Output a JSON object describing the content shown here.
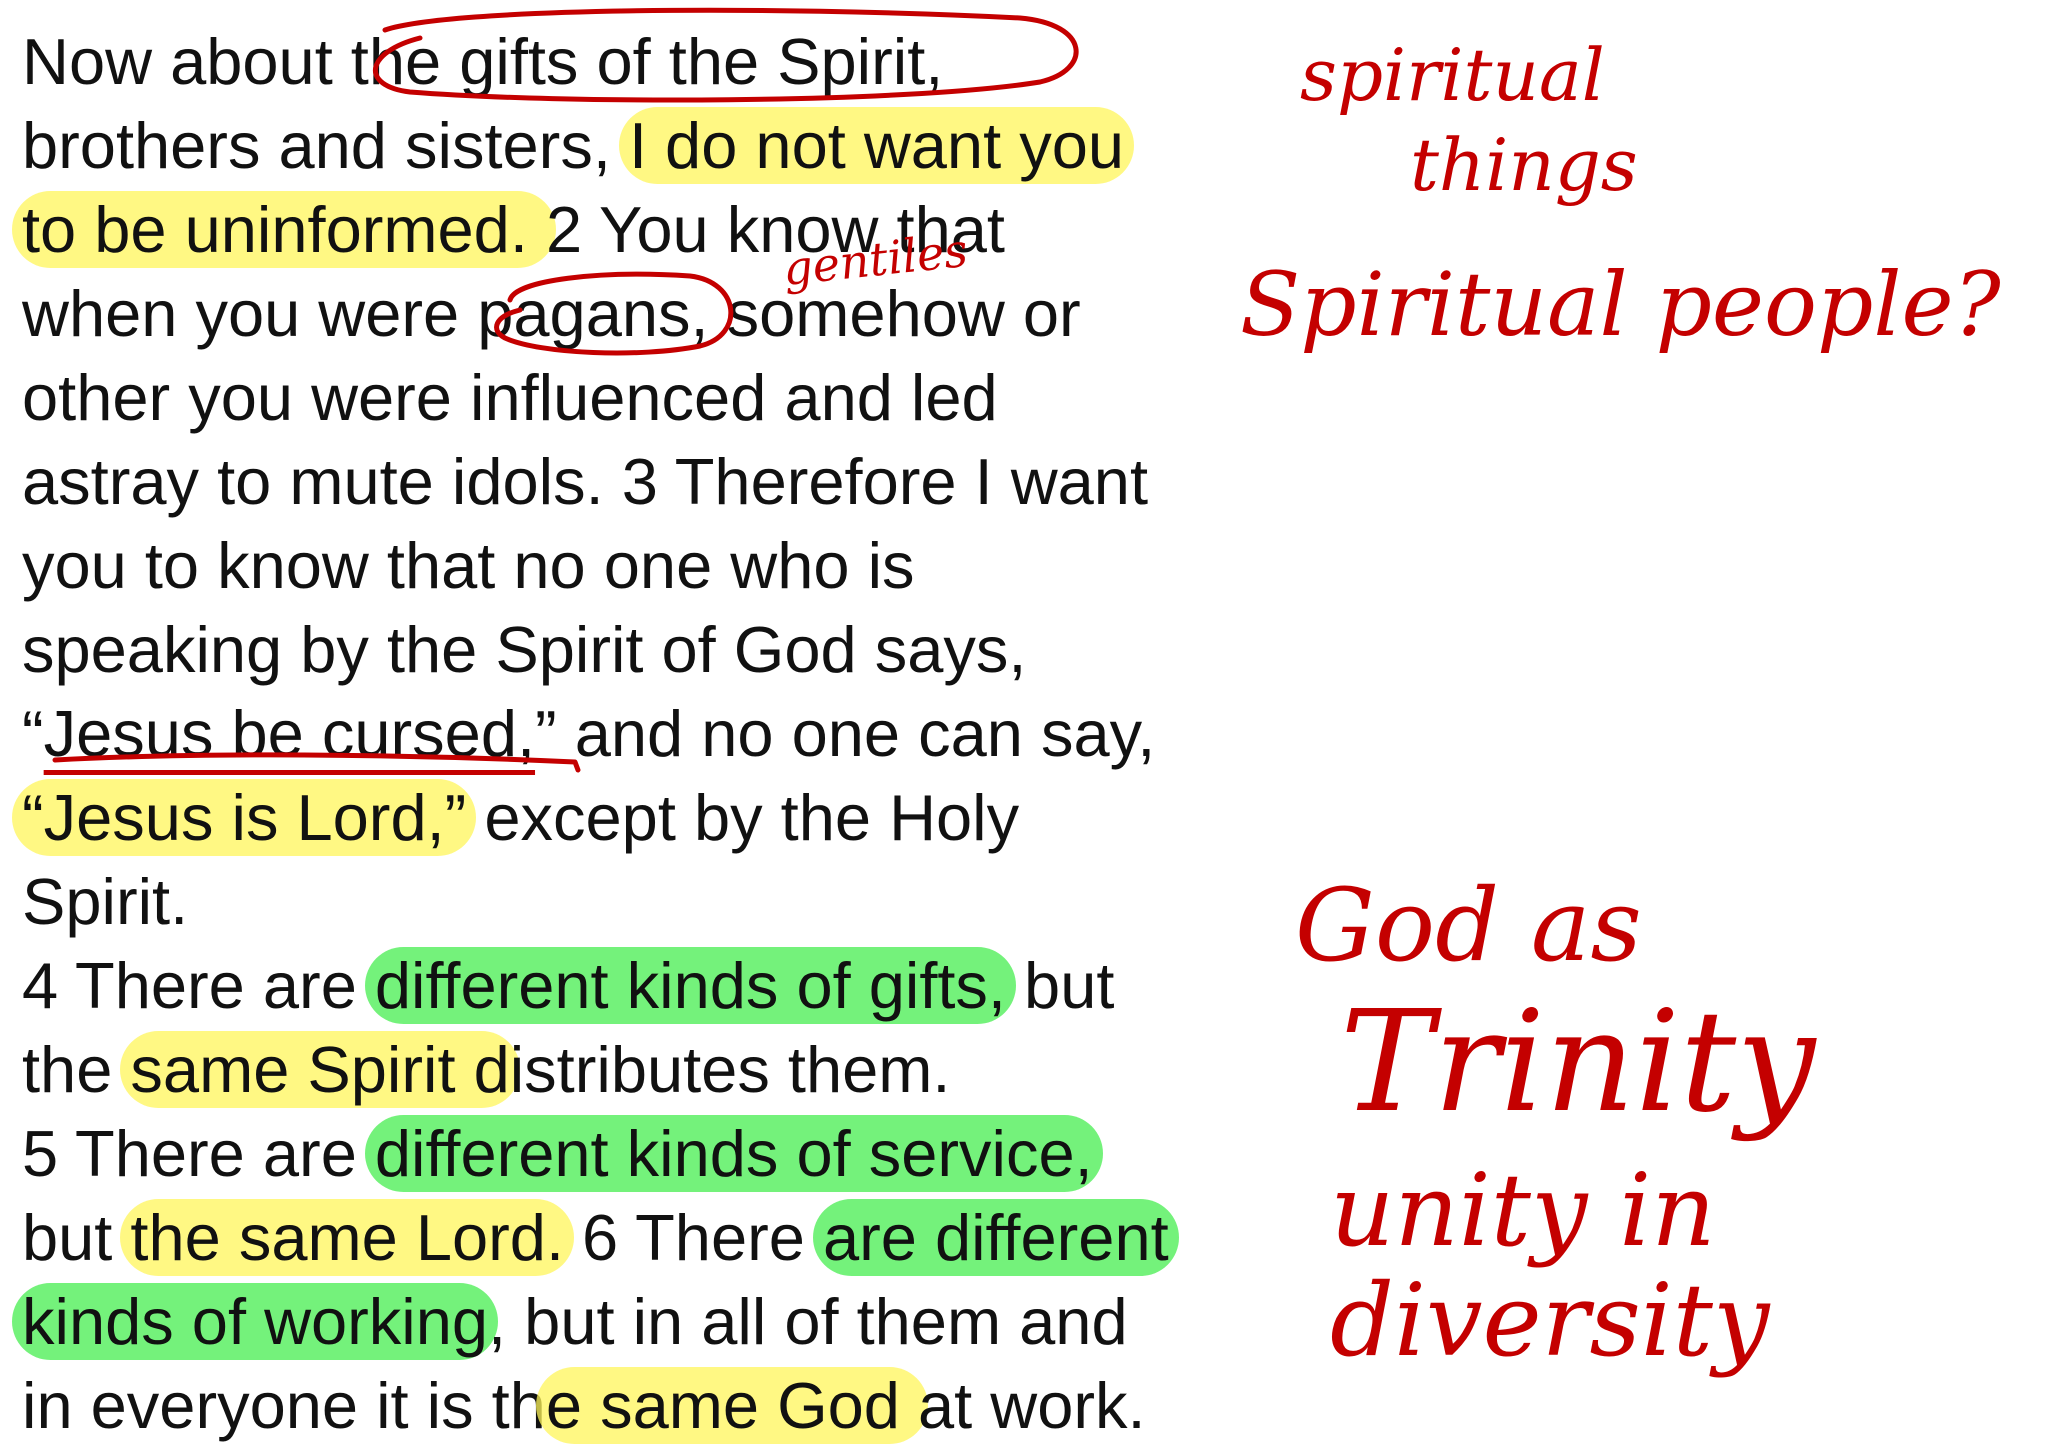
{
  "passage": {
    "lines": [
      [
        {
          "t": "Now about the gifts of the Spirit,"
        }
      ],
      [
        {
          "t": "brothers and sisters, "
        },
        {
          "t": "I do not want you",
          "hl": "y"
        }
      ],
      [
        {
          "t": "to be uninformed. ",
          "hl": "y"
        },
        {
          "t": "2 You know that"
        }
      ],
      [
        {
          "t": "when you were pagans, somehow or"
        }
      ],
      [
        {
          "t": "other you were influenced and led"
        }
      ],
      [
        {
          "t": "astray to mute idols. 3 Therefore I want"
        }
      ],
      [
        {
          "t": "you to know that no one who is"
        }
      ],
      [
        {
          "t": "speaking by the Spirit of God says,"
        }
      ],
      [
        {
          "t": "“"
        },
        {
          "t": "Jesus be cursed,",
          "ul": true
        },
        {
          "t": "” and no one can say,"
        }
      ],
      [
        {
          "t": "“Jesus is Lord,”",
          "hl": "y"
        },
        {
          "t": " except by the Holy"
        }
      ],
      [
        {
          "t": "Spirit."
        }
      ],
      [
        {
          "t": "4 There are "
        },
        {
          "t": "different kinds of gifts,",
          "hl": "g"
        },
        {
          "t": " but"
        }
      ],
      [
        {
          "t": "the "
        },
        {
          "t": "same Spirit d",
          "hl": "y"
        },
        {
          "t": "istributes them."
        }
      ],
      [
        {
          "t": "5 There are "
        },
        {
          "t": "different kinds of service,",
          "hl": "g"
        }
      ],
      [
        {
          "t": "but "
        },
        {
          "t": "the same Lord.",
          "hl": "y"
        },
        {
          "t": " 6 There "
        },
        {
          "t": "are different",
          "hl": "g"
        }
      ],
      [
        {
          "t": "kinds of working",
          "hl": "g"
        },
        {
          "t": ", but in all of them and"
        }
      ],
      [
        {
          "t": "in everyone it is th"
        },
        {
          "t": "e same God ",
          "hl": "y"
        },
        {
          "t": "at work."
        }
      ]
    ]
  },
  "annotations": {
    "spiritual_things": [
      "spiritual",
      "things"
    ],
    "spiritual_people": "Spiritual people?",
    "gentiles": "gentiles",
    "god_as": "God as",
    "trinity": "Trinity",
    "unity_in": "unity in",
    "diversity": "diversity"
  },
  "colors": {
    "ink": "#c40000",
    "highlight_yellow": "#fff65a",
    "highlight_green": "#5cf064",
    "text": "#111111"
  }
}
